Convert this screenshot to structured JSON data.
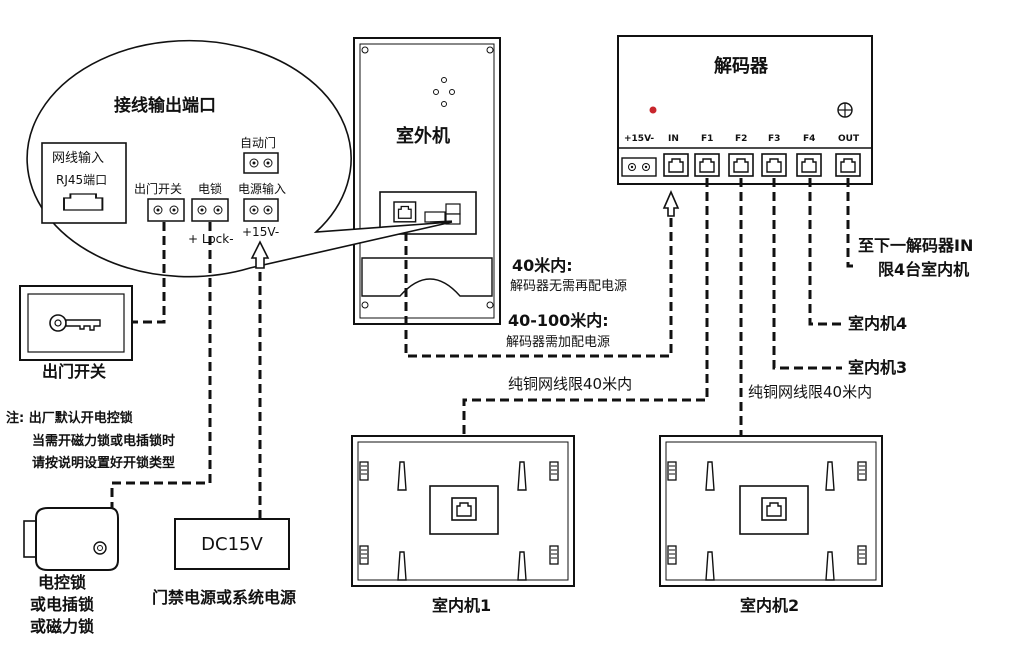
{
  "decoder": {
    "title": "解码器",
    "ports": [
      "+15V-",
      "IN",
      "F1",
      "F2",
      "F3",
      "F4",
      "OUT"
    ]
  },
  "outdoor": {
    "title": "室外机"
  },
  "terminal_panel": {
    "title": "接线输出端口",
    "network_in": "网线输入",
    "rj45": "RJ45端口",
    "exit_switch": "出门开关",
    "lock": "电锁",
    "auto_door": "自动门",
    "power_in": "电源输入",
    "lock_polarity": "+ Lock-",
    "power_polarity": "+15V-"
  },
  "notes": {
    "within_40": "40米内:",
    "within_40_desc": "解码器无需再配电源",
    "range_40_100": "40-100米内:",
    "range_40_100_desc": "解码器需加配电源",
    "next_decoder": "至下一解码器IN",
    "limit_4": "限4台室内机",
    "cable_limit_1": "纯铜网线限40米内",
    "cable_limit_2": "纯铜网线限40米内",
    "factory_note_1": "注: 出厂默认开电控锁",
    "factory_note_2": "当需开磁力锁或电插锁时",
    "factory_note_3": "请按说明设置好开锁类型"
  },
  "indoor_units": {
    "unit1": "室内机1",
    "unit2": "室内机2",
    "unit3": "室内机3",
    "unit4": "室内机4"
  },
  "exit_button": {
    "label": "出门开关"
  },
  "lock_device": {
    "line1": "电控锁",
    "line2": "或电插锁",
    "line3": "或磁力锁"
  },
  "power_supply": {
    "label": "DC15V",
    "caption": "门禁电源或系统电源"
  }
}
